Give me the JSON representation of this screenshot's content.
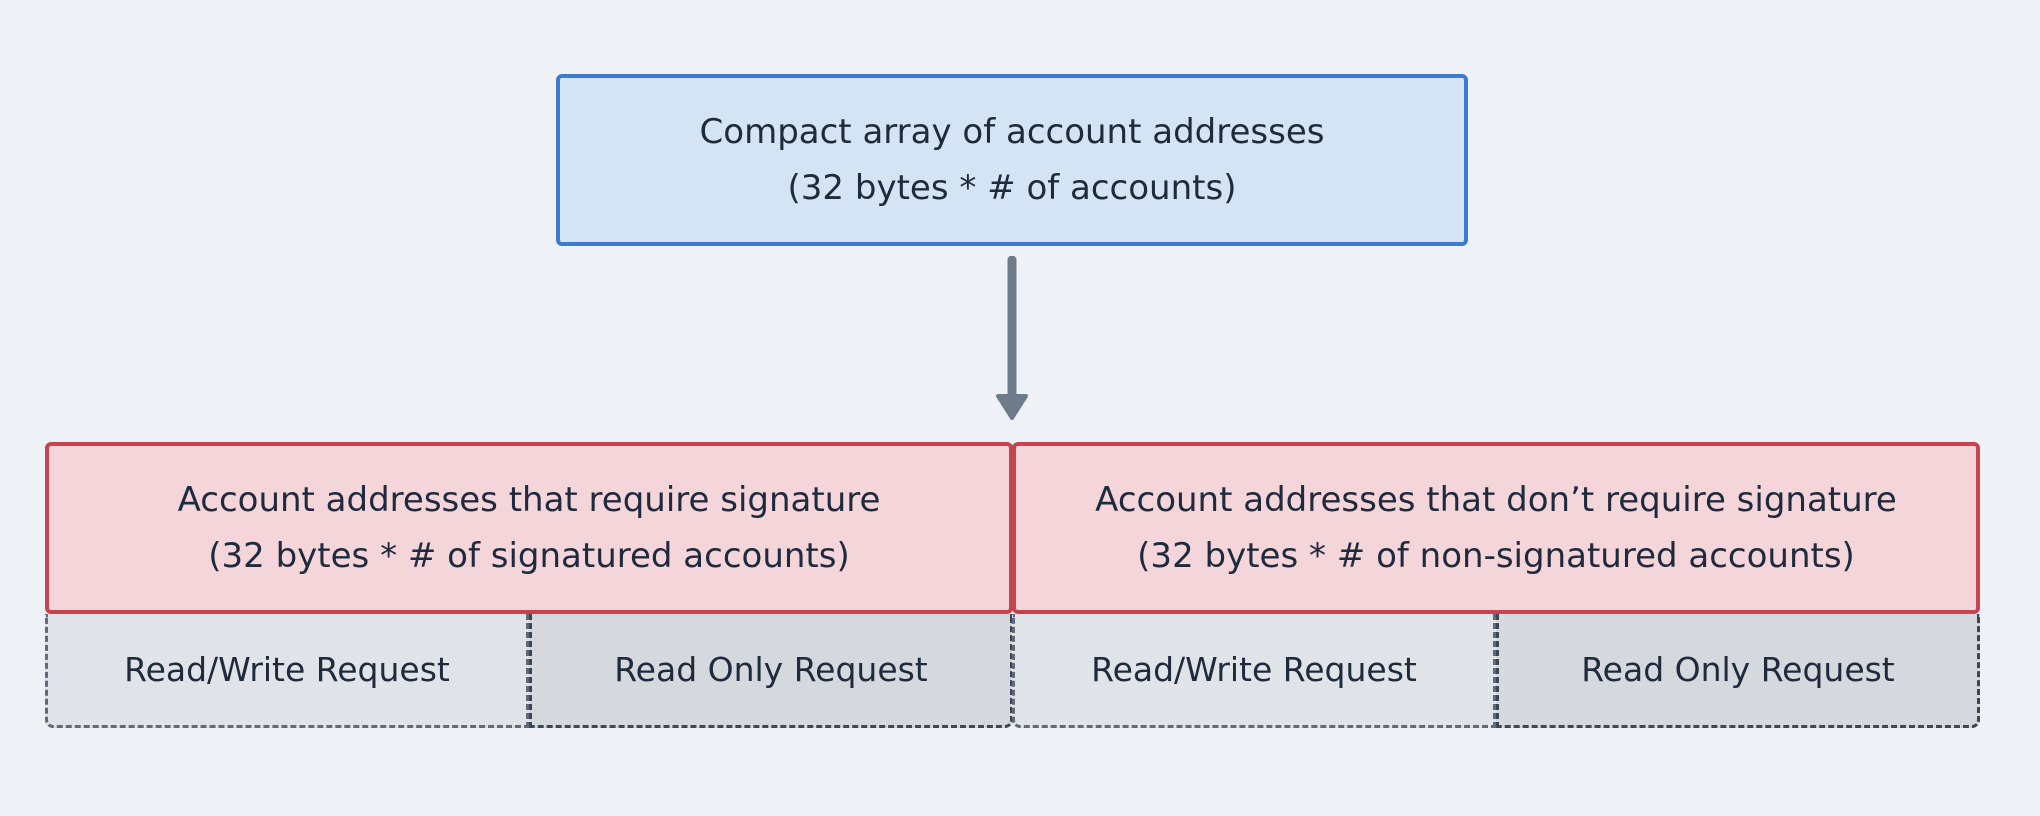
{
  "top": {
    "line1": "Compact array of account addresses",
    "line2": "(32 bytes * # of accounts)"
  },
  "signed": {
    "line1": "Account addresses that require signature",
    "line2": "(32 bytes * # of signatured accounts)"
  },
  "unsigned": {
    "line1": "Account addresses that don’t require signature",
    "line2": "(32 bytes * # of non-signatured  accounts)"
  },
  "requests": {
    "signed_rw": "Read/Write Request",
    "signed_ro": "Read Only Request",
    "unsigned_rw": "Read/Write Request",
    "unsigned_ro": "Read Only Request"
  },
  "colors": {
    "background": "#eef2f6",
    "top_fill": "#d4e4f5",
    "top_border": "#3c7bd0",
    "signature_fill": "#f3d5da",
    "signature_border": "#c7434f",
    "read_write_fill": "#e0e3e7",
    "read_only_fill": "#d5d8dc",
    "arrow": "#6e7b8b"
  }
}
